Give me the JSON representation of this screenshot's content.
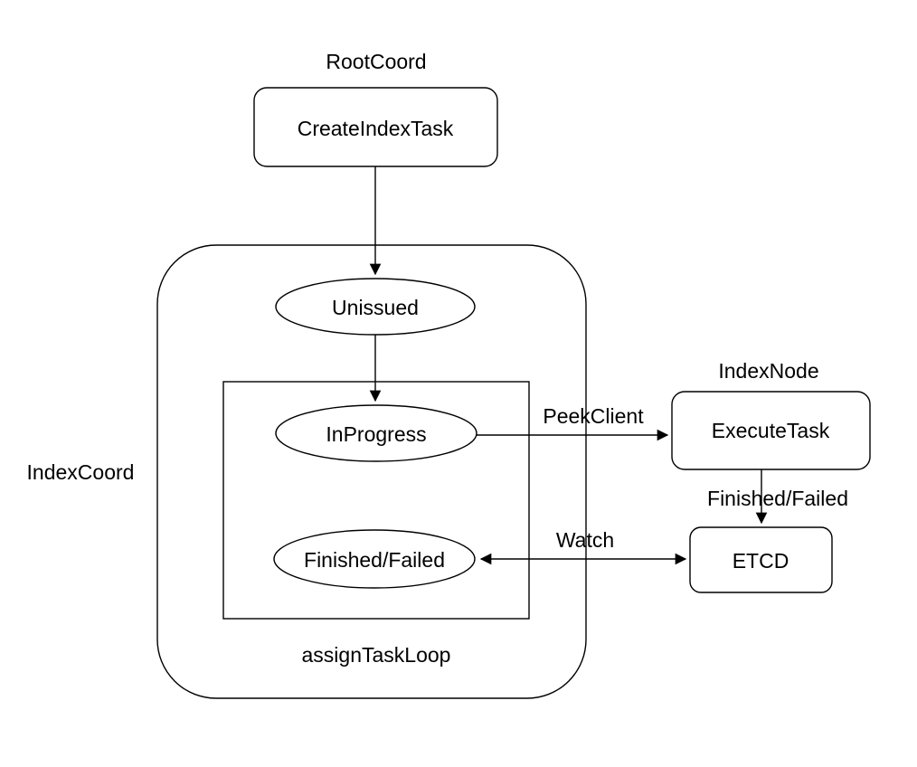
{
  "diagram": {
    "colors": {
      "background": "#ffffff",
      "stroke": "#000000",
      "text": "#000000"
    },
    "group_labels": {
      "root_coord": "RootCoord",
      "index_coord": "IndexCoord",
      "index_node": "IndexNode",
      "assign_task_loop": "assignTaskLoop"
    },
    "nodes": {
      "create_index_task": "CreateIndexTask",
      "unissued": "Unissued",
      "in_progress": "InProgress",
      "finished_failed_state": "Finished/Failed",
      "execute_task": "ExecuteTask",
      "etcd": "ETCD"
    },
    "edge_labels": {
      "peek_client": "PeekClient",
      "finished_failed": "Finished/Failed",
      "watch": "Watch"
    }
  }
}
